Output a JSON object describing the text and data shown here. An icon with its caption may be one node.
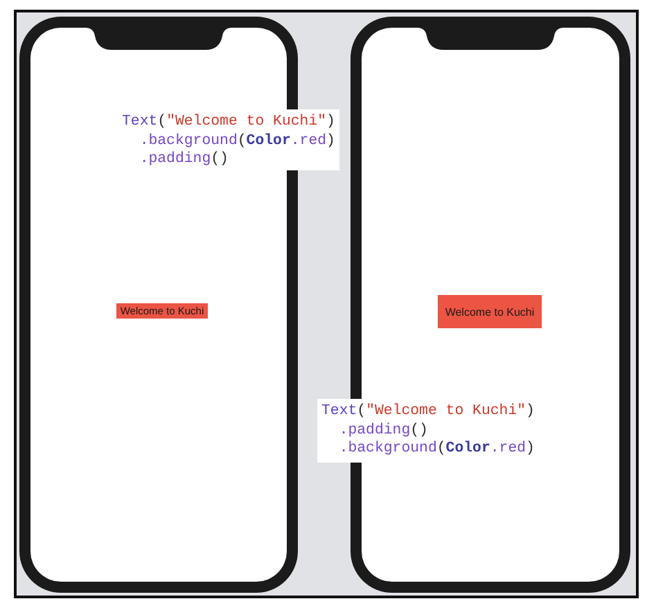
{
  "diagram": {
    "nodes": [
      {
        "text": [],
        "shape": "phone"
      },
      {
        "text": [
          "Text(\"Welcome to Kuchi\")",
          ".background(Color.red)",
          ".padding()"
        ]
      },
      {
        "text": [
          "Welcome to Kuchi"
        ],
        "in": 0
      },
      {
        "text": [],
        "shape": "phone"
      },
      {
        "text": [
          "Welcome to Kuchi"
        ],
        "in": 3
      },
      {
        "text": [
          "Text(\"Welcome to Kuchi\")",
          ".padding()",
          ".background(Color.red)"
        ]
      }
    ]
  }
}
